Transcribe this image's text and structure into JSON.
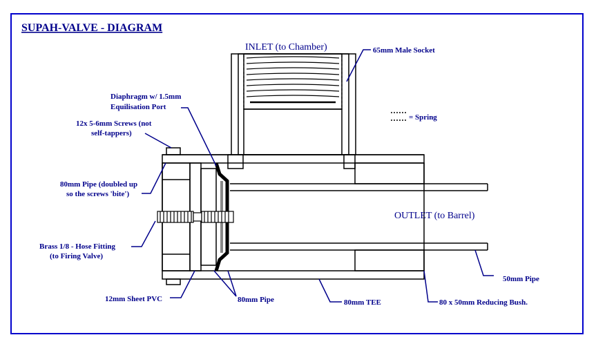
{
  "title": "SUPAH-VALVE - DIAGRAM",
  "colors": {
    "frame": "#0000cc",
    "text": "#00008b",
    "line": "#000000"
  },
  "labels": {
    "inlet": "INLET (to Chamber)",
    "outlet": "OUTLET (to Barrel)",
    "male_socket": "65mm Male Socket",
    "spring_legend": "= Spring",
    "diaphragm_1": "Diaphragm w/ 1.5mm",
    "diaphragm_2": "Equilisation Port",
    "screws_1": "12x  5-6mm Screws (not",
    "screws_2": "self-tappers)",
    "pipe80_1": "80mm Pipe (doubled up",
    "pipe80_2": "so the screws 'bite')",
    "hose_1": "Brass 1/8 - Hose Fitting",
    "hose_2": "(to Firing Valve)",
    "sheet_pvc": "12mm Sheet PVC",
    "pipe80_bottom": "80mm Pipe",
    "tee": "80mm TEE",
    "pipe50": "50mm Pipe",
    "reducing_bush": "80 x 50mm Reducing Bush."
  }
}
